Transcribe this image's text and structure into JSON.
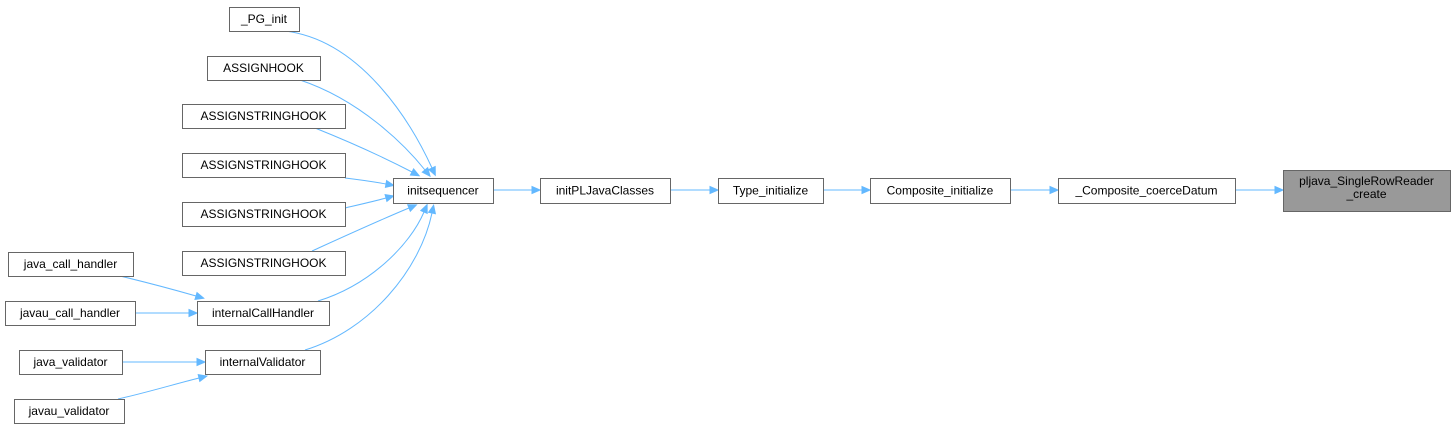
{
  "diagram": {
    "colors": {
      "edge": "#63b8ff",
      "node_border": "#666666",
      "node_fill": "#ffffff",
      "focus_fill": "#999999"
    },
    "nodes": [
      {
        "id": "pg_init",
        "label": "_PG_init"
      },
      {
        "id": "assignhook",
        "label": "ASSIGNHOOK"
      },
      {
        "id": "assignstringhook_1",
        "label": "ASSIGNSTRINGHOOK"
      },
      {
        "id": "assignstringhook_2",
        "label": "ASSIGNSTRINGHOOK"
      },
      {
        "id": "assignstringhook_3",
        "label": "ASSIGNSTRINGHOOK"
      },
      {
        "id": "assignstringhook_4",
        "label": "ASSIGNSTRINGHOOK"
      },
      {
        "id": "java_call_handler",
        "label": "java_call_handler"
      },
      {
        "id": "javau_call_handler",
        "label": "javau_call_handler"
      },
      {
        "id": "java_validator",
        "label": "java_validator"
      },
      {
        "id": "javau_validator",
        "label": "javau_validator"
      },
      {
        "id": "internalcallhandler",
        "label": "internalCallHandler"
      },
      {
        "id": "internalvalidator",
        "label": "internalValidator"
      },
      {
        "id": "initsequencer",
        "label": "initsequencer"
      },
      {
        "id": "initpljavaclasses",
        "label": "initPLJavaClasses"
      },
      {
        "id": "type_initialize",
        "label": "Type_initialize"
      },
      {
        "id": "composite_initialize",
        "label": "Composite_initialize"
      },
      {
        "id": "composite_coercedatum",
        "label": "_Composite_coerceDatum"
      },
      {
        "id": "pljava_singlerowreader_create",
        "label_lines": [
          "pljava_SingleRowReader",
          "_create"
        ],
        "focus": true
      }
    ],
    "edges": [
      {
        "from": "java_call_handler",
        "to": "internalcallhandler"
      },
      {
        "from": "javau_call_handler",
        "to": "internalcallhandler"
      },
      {
        "from": "java_validator",
        "to": "internalvalidator"
      },
      {
        "from": "javau_validator",
        "to": "internalvalidator"
      },
      {
        "from": "pg_init",
        "to": "initsequencer"
      },
      {
        "from": "assignhook",
        "to": "initsequencer"
      },
      {
        "from": "assignstringhook_1",
        "to": "initsequencer"
      },
      {
        "from": "assignstringhook_2",
        "to": "initsequencer"
      },
      {
        "from": "assignstringhook_3",
        "to": "initsequencer"
      },
      {
        "from": "assignstringhook_4",
        "to": "initsequencer"
      },
      {
        "from": "internalcallhandler",
        "to": "initsequencer"
      },
      {
        "from": "internalvalidator",
        "to": "initsequencer"
      },
      {
        "from": "initsequencer",
        "to": "initpljavaclasses"
      },
      {
        "from": "initpljavaclasses",
        "to": "type_initialize"
      },
      {
        "from": "type_initialize",
        "to": "composite_initialize"
      },
      {
        "from": "composite_initialize",
        "to": "composite_coercedatum"
      },
      {
        "from": "composite_coercedatum",
        "to": "pljava_singlerowreader_create"
      }
    ]
  }
}
